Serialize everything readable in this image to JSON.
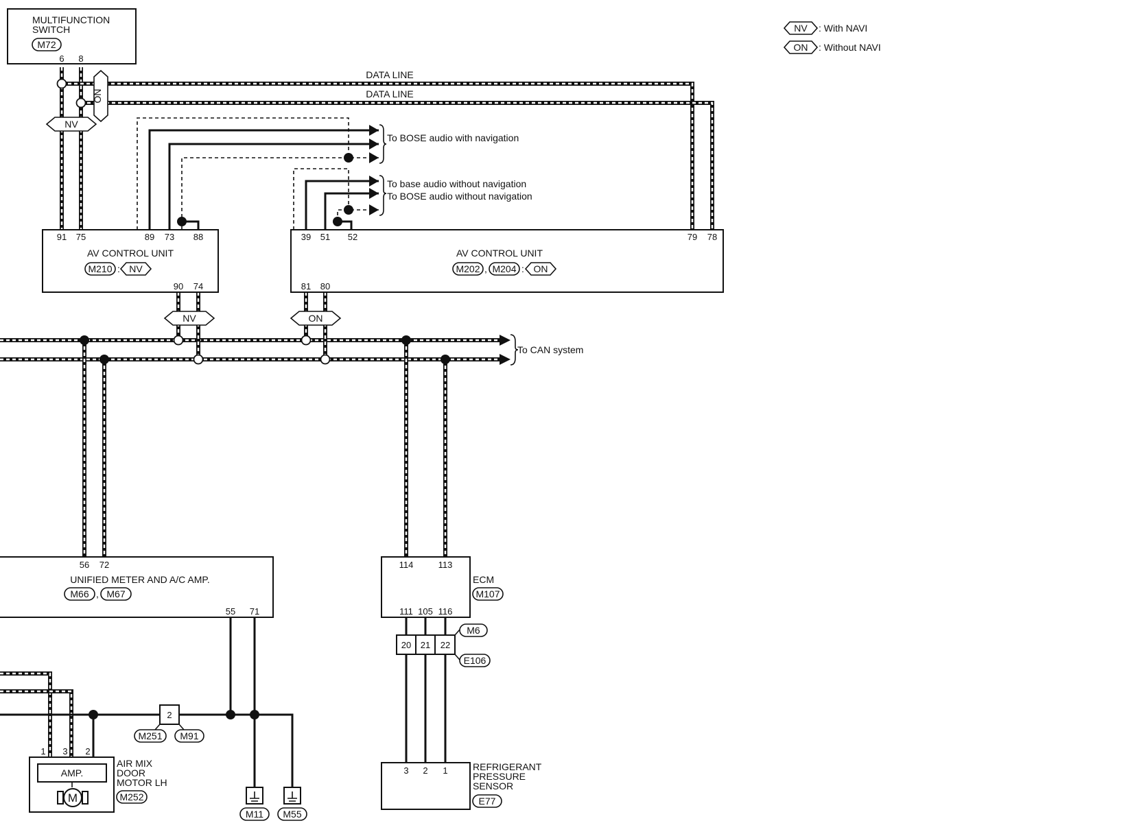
{
  "legend": {
    "nv_code": "NV",
    "nv_text": ": With NAVI",
    "on_code": "ON",
    "on_text": ": Without NAVI"
  },
  "multifunction_switch": {
    "name_line1": "MULTIFUNCTION",
    "name_line2": "SWITCH",
    "connector": "M72",
    "pins": [
      "6",
      "8"
    ]
  },
  "data_lines": [
    "DATA LINE",
    "DATA LINE"
  ],
  "tags": {
    "nv": "NV",
    "on": "ON"
  },
  "destinations": {
    "bose_nav": "To BOSE audio with navigation",
    "base_no_nav": "To base audio without navigation",
    "bose_no_nav": "To BOSE audio without navigation",
    "can": "To CAN system"
  },
  "av_nv": {
    "name": "AV CONTROL UNIT",
    "connector": "M210",
    "sep": ":",
    "tag": "NV",
    "pins_top": [
      "91",
      "75",
      "89",
      "73",
      "88"
    ],
    "pins_bottom": [
      "90",
      "74"
    ]
  },
  "av_on": {
    "name": "AV CONTROL UNIT",
    "connectors": [
      "M202",
      "M204"
    ],
    "comma": ",",
    "sep": ":",
    "tag": "ON",
    "pins_top": [
      "39",
      "51",
      "52",
      "79",
      "78"
    ],
    "pins_bottom": [
      "81",
      "80"
    ]
  },
  "meter": {
    "name": "UNIFIED METER AND A/C AMP.",
    "connectors": [
      "M66",
      "M67"
    ],
    "comma": ",",
    "pins_top": [
      "56",
      "72"
    ],
    "pins_bottom": [
      "55",
      "71"
    ]
  },
  "ecm": {
    "name": "ECM",
    "connector": "M107",
    "pins_top": [
      "114",
      "113"
    ],
    "pins_bottom": [
      "111",
      "105",
      "116"
    ]
  },
  "joint": {
    "connector_top": "M6",
    "connector_bottom": "E106",
    "pins": [
      "20",
      "21",
      "22"
    ]
  },
  "splice": {
    "pin": "2",
    "connectors": [
      "M251",
      "M91"
    ]
  },
  "air_mix": {
    "name_line1": "AIR MIX",
    "name_line2": "DOOR",
    "name_line3": "MOTOR LH",
    "connector": "M252",
    "amp_label": "AMP.",
    "motor_label": "M",
    "pins": [
      "1",
      "3",
      "2"
    ]
  },
  "grounds": [
    "M11",
    "M55"
  ],
  "refrigerant": {
    "name_line1": "REFRIGERANT",
    "name_line2": "PRESSURE",
    "name_line3": "SENSOR",
    "connector": "E77",
    "pins": [
      "3",
      "2",
      "1"
    ]
  }
}
